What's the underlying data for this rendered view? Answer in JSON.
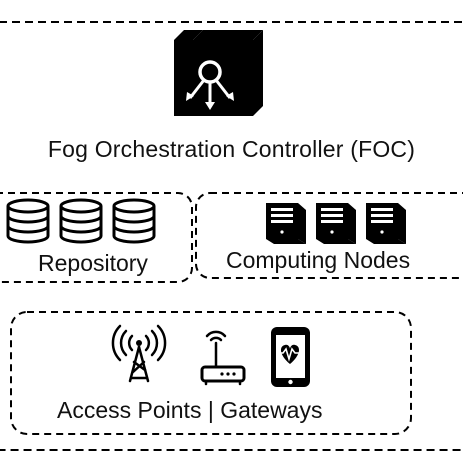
{
  "diagram": {
    "controller": {
      "label": "Fog Orchestration Controller (FOC)",
      "icon": "orchestration-box-icon"
    },
    "repository": {
      "label": "Repository",
      "icon": "database-icon",
      "icon_count": 3
    },
    "computing_nodes": {
      "label": "Computing Nodes",
      "icon": "server-icon",
      "icon_count": 3
    },
    "edge": {
      "label": "Access Points | Gateways",
      "icons": [
        "antenna-tower-icon",
        "wifi-router-icon",
        "smartphone-health-icon"
      ]
    },
    "colors": {
      "stroke": "#000000",
      "background": "#ffffff"
    }
  }
}
